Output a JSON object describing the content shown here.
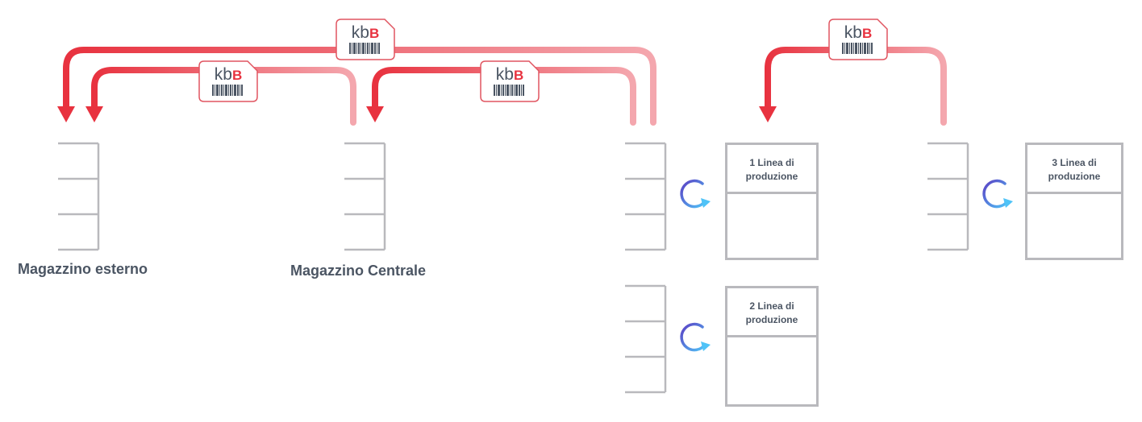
{
  "warehouses": [
    {
      "id": "external",
      "label": "Magazzino esterno"
    },
    {
      "id": "central",
      "label": "Magazzino Centrale"
    }
  ],
  "production_lines": [
    {
      "id": "line1",
      "label": "1 Linea di produzione"
    },
    {
      "id": "line2",
      "label": "2 Linea di produzione"
    },
    {
      "id": "line3",
      "label": "3 Linea di produzione"
    }
  ],
  "kanban_badge": {
    "text_kb": "kb",
    "text_b": "B"
  },
  "colors": {
    "arrow_start": "#f4a7ae",
    "arrow_end": "#e8323f",
    "rack": "#b9b9bd",
    "badge_border": "#e05560",
    "badge_red": "#e8323f",
    "badge_gray": "#4b5563",
    "cycle_start": "#5b3fc4",
    "cycle_end": "#4fc3f7",
    "label": "#4b5563"
  },
  "icons": {
    "kanban": "kanban-barcode-icon",
    "cycle": "refresh-cycle-icon"
  }
}
